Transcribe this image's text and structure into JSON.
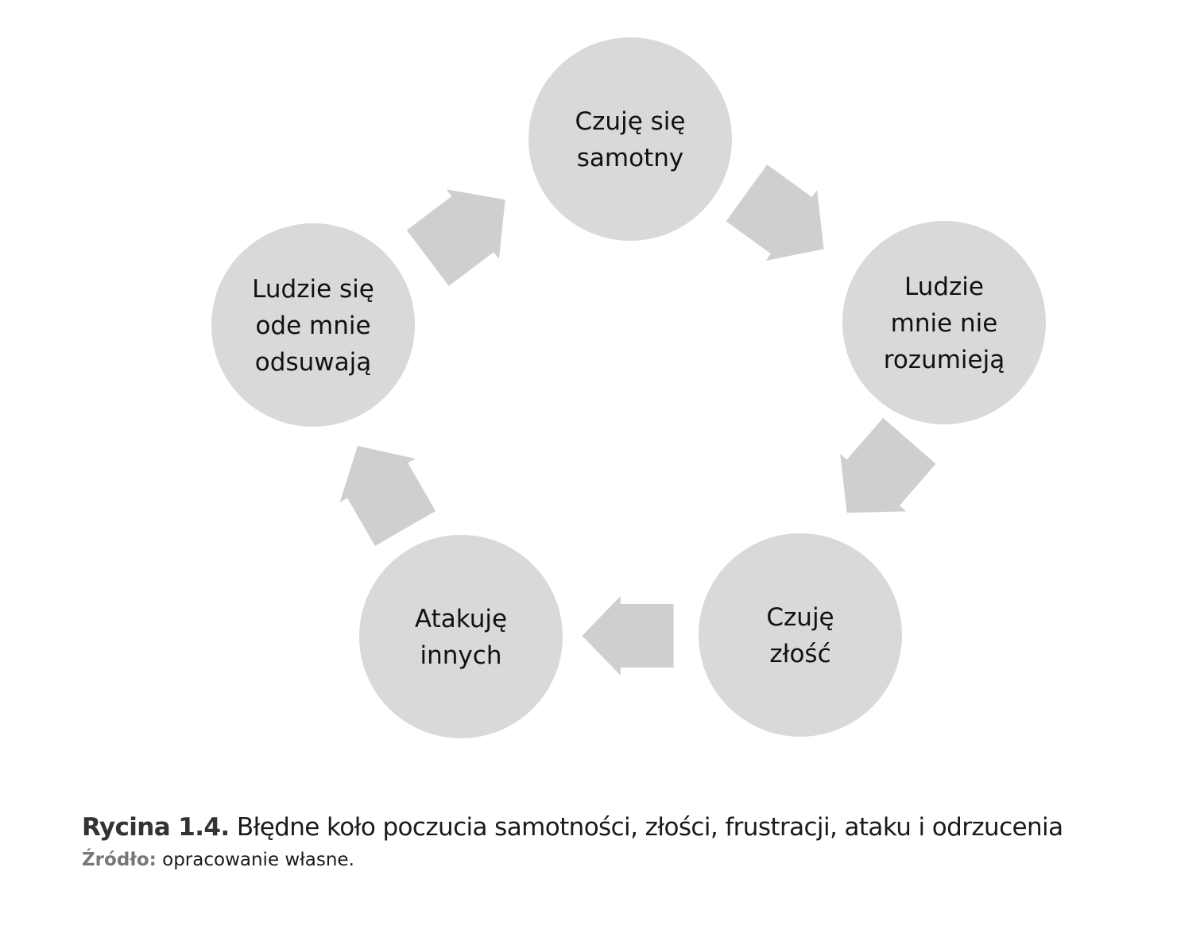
{
  "diagram": {
    "type": "cycle",
    "nodes": [
      {
        "id": "samotny",
        "lines": [
          "Czuję się",
          "samotny"
        ]
      },
      {
        "id": "nie-rozumieja",
        "lines": [
          "Ludzie",
          "mnie nie",
          "rozumieją"
        ]
      },
      {
        "id": "zlosc",
        "lines": [
          "Czuję",
          "złość"
        ]
      },
      {
        "id": "atakuje",
        "lines": [
          "Atakuję",
          "innych"
        ]
      },
      {
        "id": "odsuwaja",
        "lines": [
          "Ludzie się",
          "ode mnie",
          "odsuwają"
        ]
      }
    ],
    "edges": [
      {
        "from": "samotny",
        "to": "nie-rozumieja"
      },
      {
        "from": "nie-rozumieja",
        "to": "zlosc"
      },
      {
        "from": "zlosc",
        "to": "atakuje"
      },
      {
        "from": "atakuje",
        "to": "odsuwaja"
      },
      {
        "from": "odsuwaja",
        "to": "samotny"
      }
    ],
    "colors": {
      "node_fill": "#d9d9d9",
      "arrow_fill": "#cfcfcf",
      "text": "#111111"
    }
  },
  "caption": {
    "label": "Rycina 1.4.",
    "text": " Błędne koło poczucia samotności, złości, frustracji, ataku i odrzucenia"
  },
  "source": {
    "label": "Źródło:",
    "text": " opracowanie własne."
  }
}
